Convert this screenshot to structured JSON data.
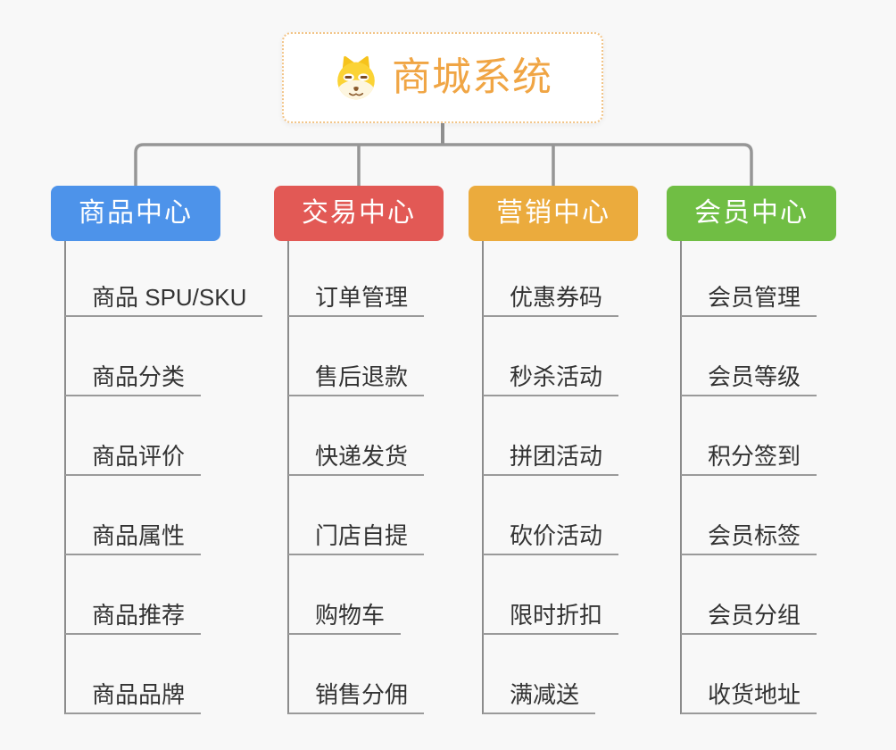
{
  "root": {
    "title": "商城系统",
    "icon": "dog-face-icon"
  },
  "branches": [
    {
      "label": "商品中心",
      "color": "#4d93ea",
      "children": [
        "商品 SPU/SKU",
        "商品分类",
        "商品评价",
        "商品属性",
        "商品推荐",
        "商品品牌"
      ]
    },
    {
      "label": "交易中心",
      "color": "#e25955",
      "children": [
        "订单管理",
        "售后退款",
        "快递发货",
        "门店自提",
        "购物车",
        "销售分佣"
      ]
    },
    {
      "label": "营销中心",
      "color": "#ebab3d",
      "children": [
        "优惠券码",
        "秒杀活动",
        "拼团活动",
        "砍价活动",
        "限时折扣",
        "满减送"
      ]
    },
    {
      "label": "会员中心",
      "color": "#70be44",
      "children": [
        "会员管理",
        "会员等级",
        "积分签到",
        "会员标签",
        "会员分组",
        "收货地址"
      ]
    }
  ],
  "colors": {
    "background": "#f8f8f8",
    "root_border": "#f2c487",
    "root_title": "#f0a544",
    "connector": "#969696",
    "child_text": "#333333",
    "child_underline": "#9a9a9a",
    "branch_text": "#ffffff"
  }
}
